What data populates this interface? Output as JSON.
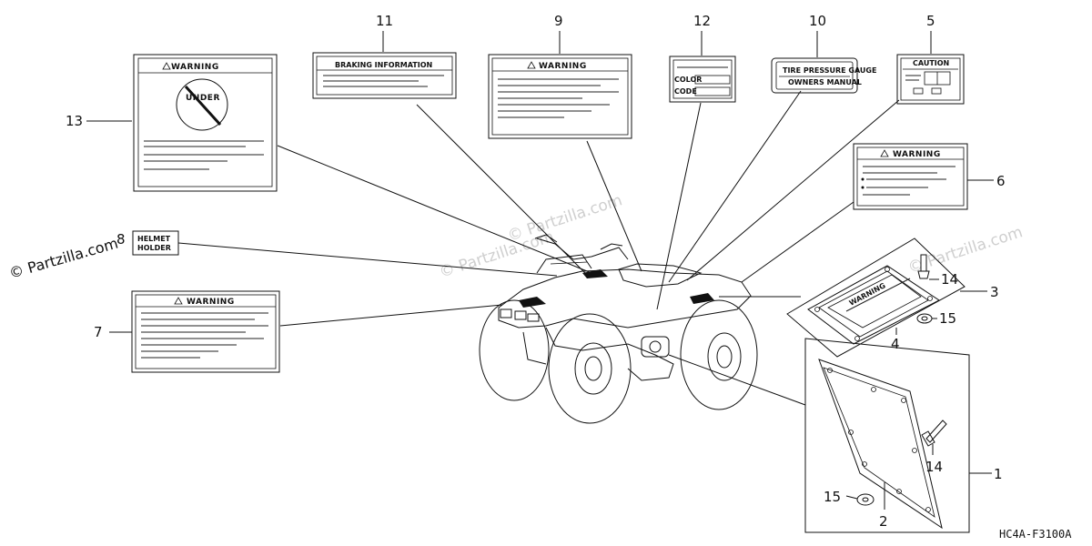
{
  "diagram_code": "HC4A-F3100A",
  "copyright": "© Partzilla.com",
  "watermark": "© Partzilla.com",
  "labels": {
    "warning_text": "WARNING",
    "under_text": "UNDER",
    "braking_text": "BRAKING INFORMATION",
    "tire_text_1": "TIRE PRESSURE GAUGE",
    "tire_text_2": "OWNERS MANUAL",
    "caution_text": "CAUTION",
    "color_text": "COLOR",
    "code_text": "CODE",
    "helmet_text_1": "HELMET",
    "helmet_text_2": "HOLDER"
  },
  "callouts": {
    "c1": "1",
    "c2": "2",
    "c3": "3",
    "c4": "4",
    "c5": "5",
    "c6": "6",
    "c7": "7",
    "c8": "8",
    "c9": "9",
    "c10": "10",
    "c11": "11",
    "c12": "12",
    "c13": "13",
    "c14a": "14",
    "c14b": "14",
    "c15a": "15",
    "c15b": "15"
  }
}
